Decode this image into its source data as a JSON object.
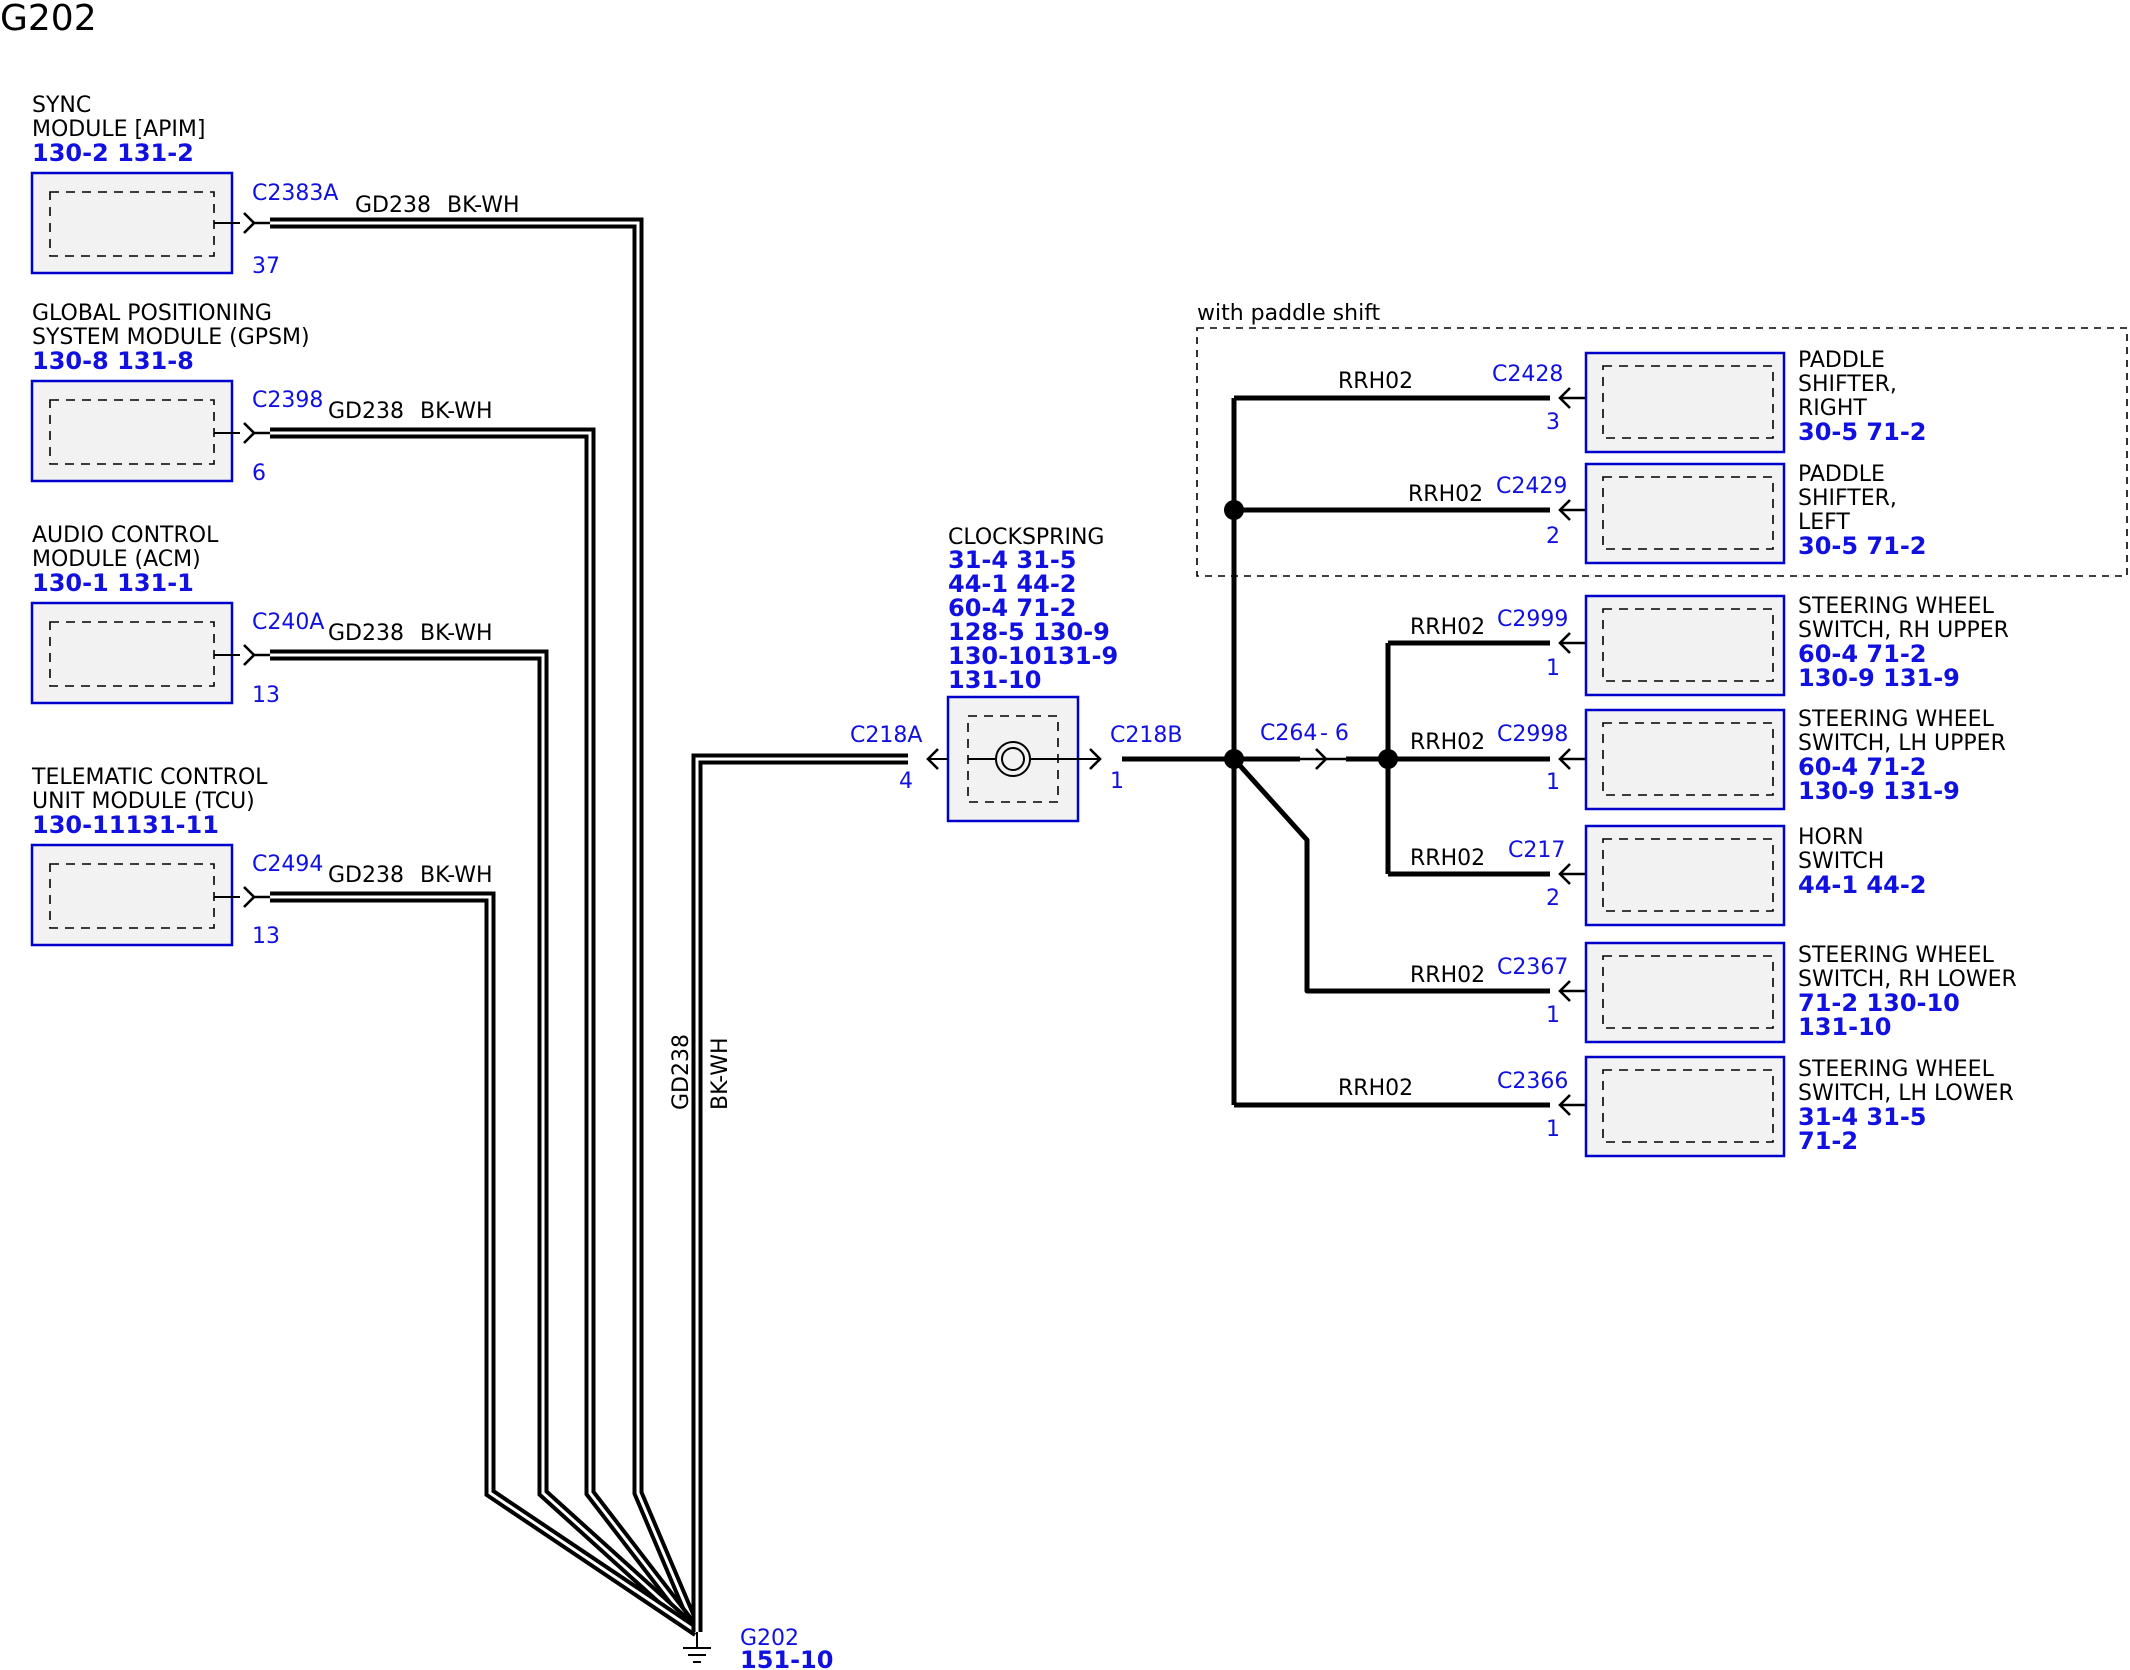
{
  "title": "G202",
  "modules_left": [
    {
      "name_lines": [
        "SYNC",
        "MODULE [APIM]"
      ],
      "refs": "130-2 131-2",
      "connector": "C2383A",
      "pin": "37",
      "circuit": "GD238",
      "color": "BK-WH"
    },
    {
      "name_lines": [
        "GLOBAL POSITIONING",
        "SYSTEM MODULE (GPSM)"
      ],
      "refs": "130-8 131-8",
      "connector": "C2398",
      "pin": "6",
      "circuit": "GD238",
      "color": "BK-WH"
    },
    {
      "name_lines": [
        "AUDIO CONTROL",
        "MODULE (ACM)"
      ],
      "refs": "130-1 131-1",
      "connector": "C240A",
      "pin": "13",
      "circuit": "GD238",
      "color": "BK-WH"
    },
    {
      "name_lines": [
        "TELEMATIC CONTROL",
        "UNIT MODULE (TCU)"
      ],
      "refs": "130-11131-11",
      "connector": "C2494",
      "pin": "13",
      "circuit": "GD238",
      "color": "BK-WH"
    }
  ],
  "ground_wire": {
    "circuit": "GD238",
    "color": "BK-WH"
  },
  "ground": {
    "label": "G202",
    "ref": "151-10"
  },
  "clockspring": {
    "name": "CLOCKSPRING",
    "refs": [
      "31-4   31-5",
      "44-1   44-2",
      "60-4   71-2",
      "128-5 130-9",
      "130-10131-9",
      "131-10"
    ],
    "connector_left": "C218A",
    "pin_left": "4",
    "connector_right": "C218B",
    "pin_right": "1"
  },
  "inline_connector": {
    "label": "C264",
    "pin": "- 6"
  },
  "paddle_group_label": "with paddle shift",
  "modules_right": [
    {
      "name_lines": [
        "PADDLE",
        "SHIFTER,",
        "RIGHT"
      ],
      "ref_lines": [
        "30-5   71-2"
      ],
      "connector": "C2428",
      "pin": "3",
      "circuit": "RRH02"
    },
    {
      "name_lines": [
        "PADDLE",
        "SHIFTER,",
        "LEFT"
      ],
      "ref_lines": [
        "30-5   71-2"
      ],
      "connector": "C2429",
      "pin": "2",
      "circuit": "RRH02"
    },
    {
      "name_lines": [
        "STEERING WHEEL",
        "SWITCH, RH UPPER"
      ],
      "ref_lines": [
        "60-4   71-2",
        "130-9 131-9"
      ],
      "connector": "C2999",
      "pin": "1",
      "circuit": "RRH02"
    },
    {
      "name_lines": [
        "STEERING WHEEL",
        "SWITCH, LH UPPER"
      ],
      "ref_lines": [
        "60-4   71-2",
        "130-9 131-9"
      ],
      "connector": "C2998",
      "pin": "1",
      "circuit": "RRH02"
    },
    {
      "name_lines": [
        "HORN",
        "SWITCH"
      ],
      "ref_lines": [
        "44-1   44-2"
      ],
      "connector": "C217",
      "pin": "2",
      "circuit": "RRH02"
    },
    {
      "name_lines": [
        "STEERING WHEEL",
        "SWITCH, RH LOWER"
      ],
      "ref_lines": [
        "71-2    130-10",
        "131-10"
      ],
      "connector": "C2367",
      "pin": "1",
      "circuit": "RRH02"
    },
    {
      "name_lines": [
        "STEERING WHEEL",
        "SWITCH, LH LOWER"
      ],
      "ref_lines": [
        "31-4   31-5",
        "71-2"
      ],
      "connector": "C2366",
      "pin": "1",
      "circuit": "RRH02"
    }
  ]
}
